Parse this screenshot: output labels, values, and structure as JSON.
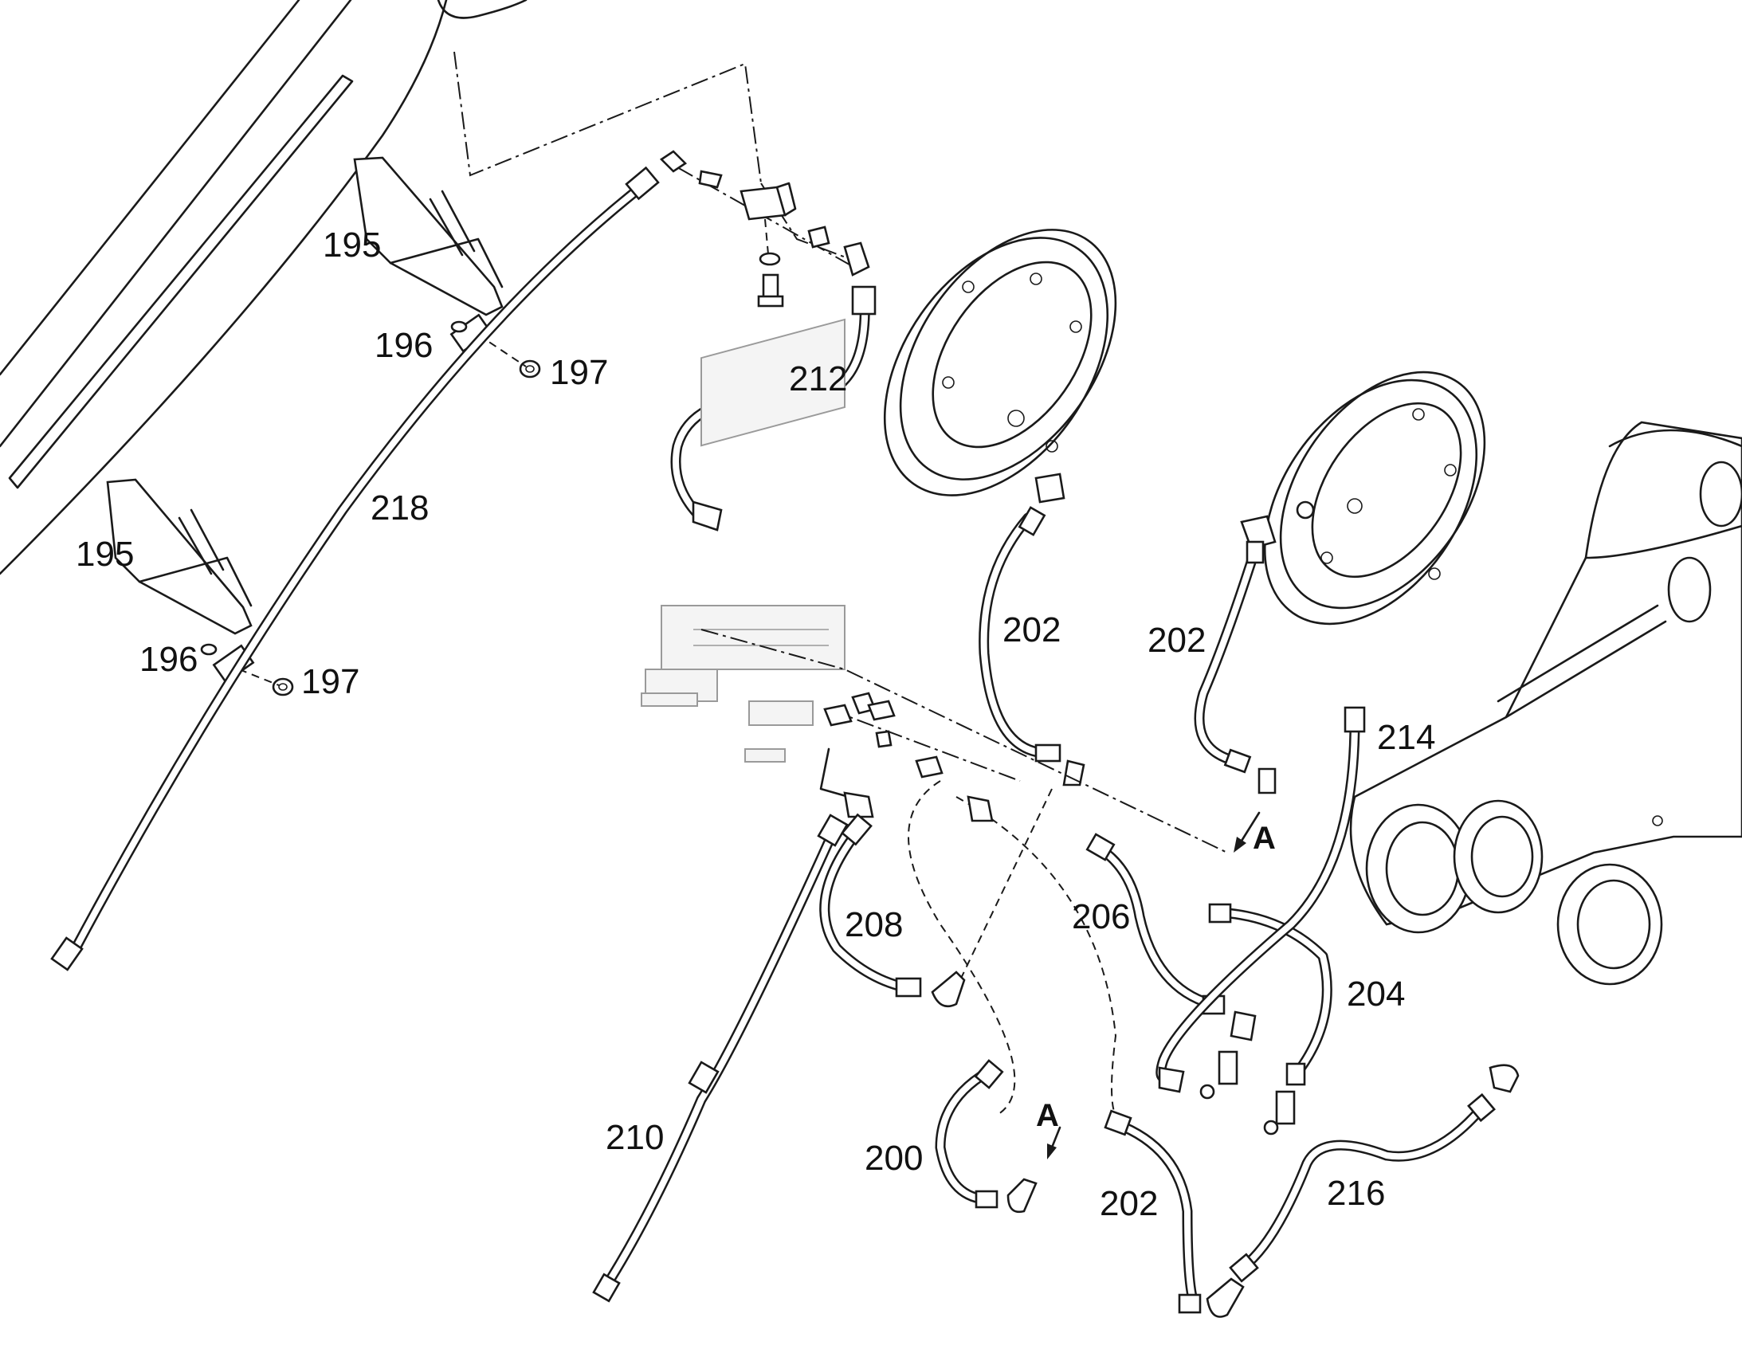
{
  "labels": {
    "p195a": "195",
    "p195b": "195",
    "p196a": "196",
    "p196b": "196",
    "p197a": "197",
    "p197b": "197",
    "p218": "218",
    "p212": "212",
    "p202a": "202",
    "p202b": "202",
    "p202c": "202",
    "p214": "214",
    "p206": "206",
    "p204": "204",
    "p208": "208",
    "p210": "210",
    "p200": "200",
    "p216": "216",
    "refA1": "A",
    "refA2": "A"
  },
  "colors": {
    "line": "#1a1a1a",
    "background": "#ffffff",
    "ghost_component": "#9a9a9a"
  }
}
